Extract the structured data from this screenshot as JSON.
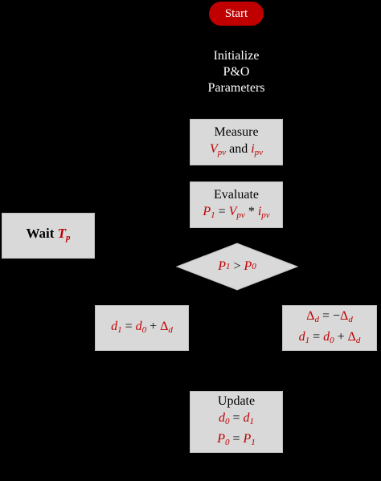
{
  "start": {
    "label": "Start"
  },
  "init": {
    "line1": "Initialize",
    "line2": "P&O",
    "line3": "Parameters"
  },
  "measure": {
    "title": "Measure",
    "v": "V",
    "v_sub": "pv",
    "and": "and",
    "i": "i",
    "i_sub": "pv"
  },
  "evaluate": {
    "title": "Evaluate",
    "lhs": "P",
    "lhs_sub": "1",
    "eq": " = ",
    "v": "V",
    "v_sub": "pv",
    "op": " * ",
    "i": "i",
    "i_sub": "pv"
  },
  "wait": {
    "label": "Wait",
    "t": "T",
    "t_sub": "p"
  },
  "decision": {
    "p1": "P",
    "p1_sub": "1",
    "op": " > ",
    "p0": "P",
    "p0_sub": "0"
  },
  "left_update": {
    "d1": "d",
    "d1_sub": "1",
    "eq": " = ",
    "d0": "d",
    "d0_sub": "0",
    "plus": " + ",
    "delta": "Δ",
    "delta_sub": "d"
  },
  "right_update": {
    "line1": {
      "delta": "Δ",
      "delta_sub": "d",
      "eq": " = −",
      "delta2": "Δ",
      "delta2_sub": "d"
    },
    "line2": {
      "d1": "d",
      "d1_sub": "1",
      "eq": " = ",
      "d0": "d",
      "d0_sub": "0",
      "plus": " + ",
      "delta": "Δ",
      "delta_sub": "d"
    }
  },
  "update": {
    "title": "Update",
    "line1": {
      "a": "d",
      "a_sub": "0",
      "eq": " = ",
      "b": "d",
      "b_sub": "1"
    },
    "line2": {
      "a": "P",
      "a_sub": "0",
      "eq": " = ",
      "b": "P",
      "b_sub": "1"
    }
  },
  "colors": {
    "accent": "#c00000",
    "box": "#d9d9d9",
    "background": "#000000"
  }
}
